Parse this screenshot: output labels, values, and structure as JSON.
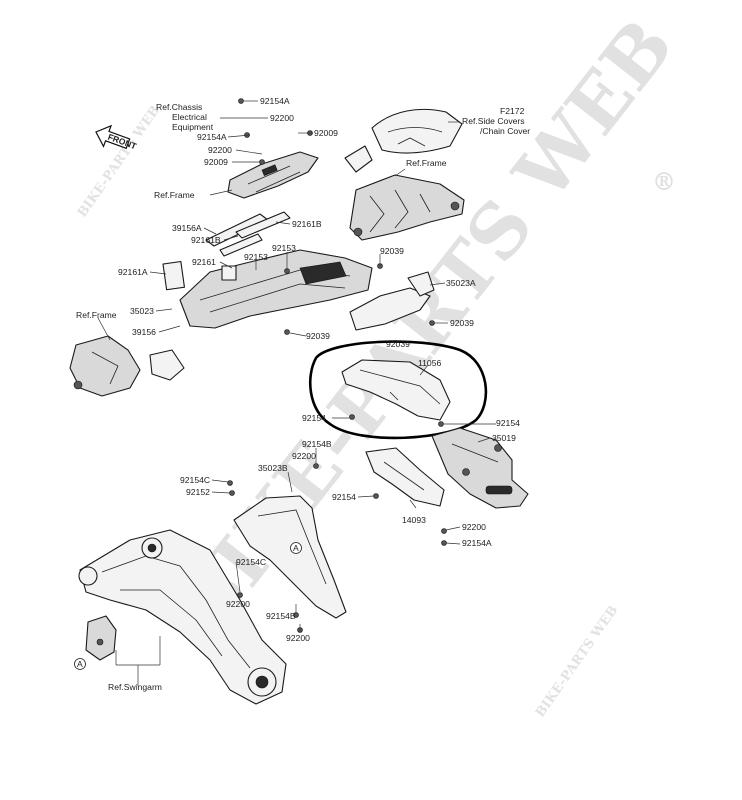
{
  "labels": {
    "l92154A_top": "92154A",
    "ref_chassis": "Ref.Chassis",
    "electrical": "Electrical",
    "equipment": "Equipment",
    "l92200_top": "92200",
    "l92009_right": "92009",
    "l92154A_mid": "92154A",
    "l92200_mid": "92200",
    "l92009_left": "92009",
    "ref_frame_left": "Ref.Frame",
    "f2172": "F2172",
    "ref_side_covers": "Ref.Side Covers",
    "chain_cover": "/Chain Cover",
    "ref_frame_right": "Ref.Frame",
    "l39156A": "39156A",
    "l92161B_a": "92161B",
    "l92161B_b": "92161B",
    "l92153_a": "92153",
    "l92153_b": "92153",
    "l92161": "92161",
    "l92161A": "92161A",
    "l92039_top": "92039",
    "l35023A": "35023A",
    "l35023": "35023",
    "l92039_right": "92039",
    "ref_frame_far_left": "Ref.Frame",
    "l39156": "39156",
    "l92039_mid": "92039",
    "l92039_center": "92039",
    "l11056": "11056",
    "l92154_left": "92154",
    "l92154_right": "92154",
    "l35019": "35019",
    "l92154B_top": "92154B",
    "l92200_b": "92200",
    "l35023B": "35023B",
    "l92154C_top": "92154C",
    "l92152": "92152",
    "l92154_center": "92154",
    "l14093": "14093",
    "l92200_c": "92200",
    "l92154A_bottom": "92154A",
    "l92154C_mid": "92154C",
    "l92200_d": "92200",
    "l92154B_mid": "92154B",
    "l92200_e": "92200",
    "ref_swingarm": "Ref.Swingarm",
    "front": "FRONT",
    "marker_a1": "A",
    "marker_a2": "A"
  },
  "watermarks": {
    "main": "BIKE-PARTS WEB",
    "registered": "®",
    "small_top_left": "BIKE-PARTS WEB",
    "small_bottom_right": "BIKE-PARTS WEB"
  },
  "colors": {
    "line": "#1a1a1a",
    "highlight_ellipse": "#000000",
    "watermark": "#c9c9c9"
  }
}
